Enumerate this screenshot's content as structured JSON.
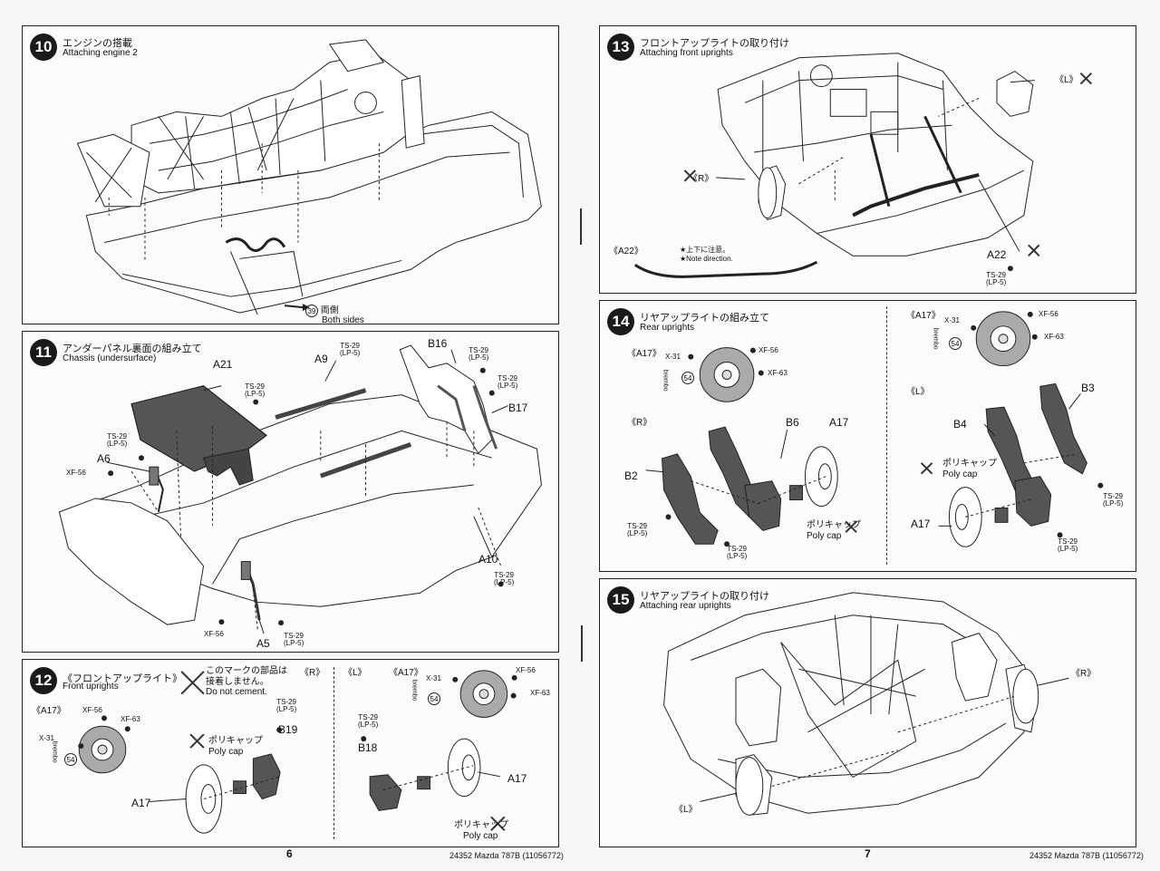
{
  "pages": {
    "left_number": "6",
    "right_number": "7",
    "footer_left": "24352  Mazda 787B  (11056772)",
    "footer_right": "24352  Mazda 787B  (11056772)"
  },
  "step10": {
    "number": "10",
    "title_jp": "エンジンの搭載",
    "title_en": "Attaching engine 2",
    "note_num": "39",
    "note_jp": "両側",
    "note_en": "Both sides"
  },
  "step11": {
    "number": "11",
    "title_jp": "アンダーパネル裏面の組み立て",
    "title_en": "Chassis (undersurface)",
    "labels": {
      "a21": "A21",
      "a9": "A9",
      "b16": "B16",
      "b17": "B17",
      "a6": "A6",
      "a10": "A10",
      "a5": "A5",
      "ts29_1": "TS-29",
      "lp5_1": "(LP-5)",
      "ts29_2": "TS-29",
      "lp5_2": "(LP-5)",
      "ts29_3": "TS-29",
      "lp5_3": "(LP-5)",
      "ts29_4": "TS-29",
      "lp5_4": "(LP-5)",
      "ts29_5": "TS-29",
      "lp5_5": "(LP-5)",
      "ts29_6": "TS-29",
      "lp5_6": "(LP-5)",
      "ts29_7": "TS-29",
      "lp5_7": "(LP-5)",
      "xf56_1": "XF-56",
      "xf56_2": "XF-56"
    }
  },
  "step12": {
    "number": "12",
    "title_jp": "《フロントアップライト》",
    "title_en": "Front uprights",
    "nocement_jp1": "このマークの部品は",
    "nocement_jp2": "接着しません。",
    "nocement_en": "Do not cement.",
    "r_label": "《R》",
    "l_label": "《L》",
    "a17_label_l": "《A17》",
    "a17_label_r": "《A17》",
    "xf56": "XF-56",
    "xf63": "XF-63",
    "x31": "X-31",
    "xf56b": "XF-56",
    "xf63b": "XF-63",
    "x31b": "X-31",
    "num54": "54",
    "num54b": "54",
    "polycap_jp": "ポリキャップ",
    "polycap_en": "Poly cap",
    "polycap_jp2": "ポリキャップ",
    "polycap_en2": "Poly cap",
    "b19": "B19",
    "b18": "B18",
    "a17_a": "A17",
    "a17_b": "A17",
    "ts29_a": "TS-29",
    "lp5_a": "(LP-5)",
    "ts29_b": "TS-29",
    "lp5_b": "(LP-5)",
    "brembo": "brembo",
    "brembo2": "brembo"
  },
  "step13": {
    "number": "13",
    "title_jp": "フロントアップライトの取り付け",
    "title_en": "Attaching front uprights",
    "l_label": "《L》",
    "r_label": "《R》",
    "a22_label": "《A22》",
    "note_jp": "★上下に注意。",
    "note_en": "★Note direction.",
    "a22": "A22",
    "ts29": "TS-29",
    "lp5": "(LP-5)"
  },
  "step14": {
    "number": "14",
    "title_jp": "リヤアップライトの組み立て",
    "title_en": "Rear uprights",
    "a17_l": "《A17》",
    "a17_r": "《A17》",
    "r_label": "《R》",
    "l_label": "《L》",
    "x31": "X-31",
    "xf56": "XF-56",
    "xf63": "XF-63",
    "x31b": "X-31",
    "xf56b": "XF-56",
    "xf63b": "XF-63",
    "num54": "54",
    "num54b": "54",
    "b6": "B6",
    "a17": "A17",
    "b2": "B2",
    "b3": "B3",
    "b4": "B4",
    "a17b": "A17",
    "polycap_jp": "ポリキャップ",
    "polycap_en": "Poly cap",
    "polycap_jp2": "ポリキャップ",
    "polycap_en2": "Poly cap",
    "ts29_1": "TS-29",
    "lp5_1": "(LP-5)",
    "ts29_2": "TS-29",
    "lp5_2": "(LP-5)",
    "ts29_3": "TS-29",
    "lp5_3": "(LP-5)",
    "ts29_4": "TS-29",
    "lp5_4": "(LP-5)",
    "brembo": "brembo",
    "brembo2": "brembo"
  },
  "step15": {
    "number": "15",
    "title_jp": "リヤアップライトの取り付け",
    "title_en": "Attaching rear uprights",
    "r_label": "《R》",
    "l_label": "《L》"
  }
}
